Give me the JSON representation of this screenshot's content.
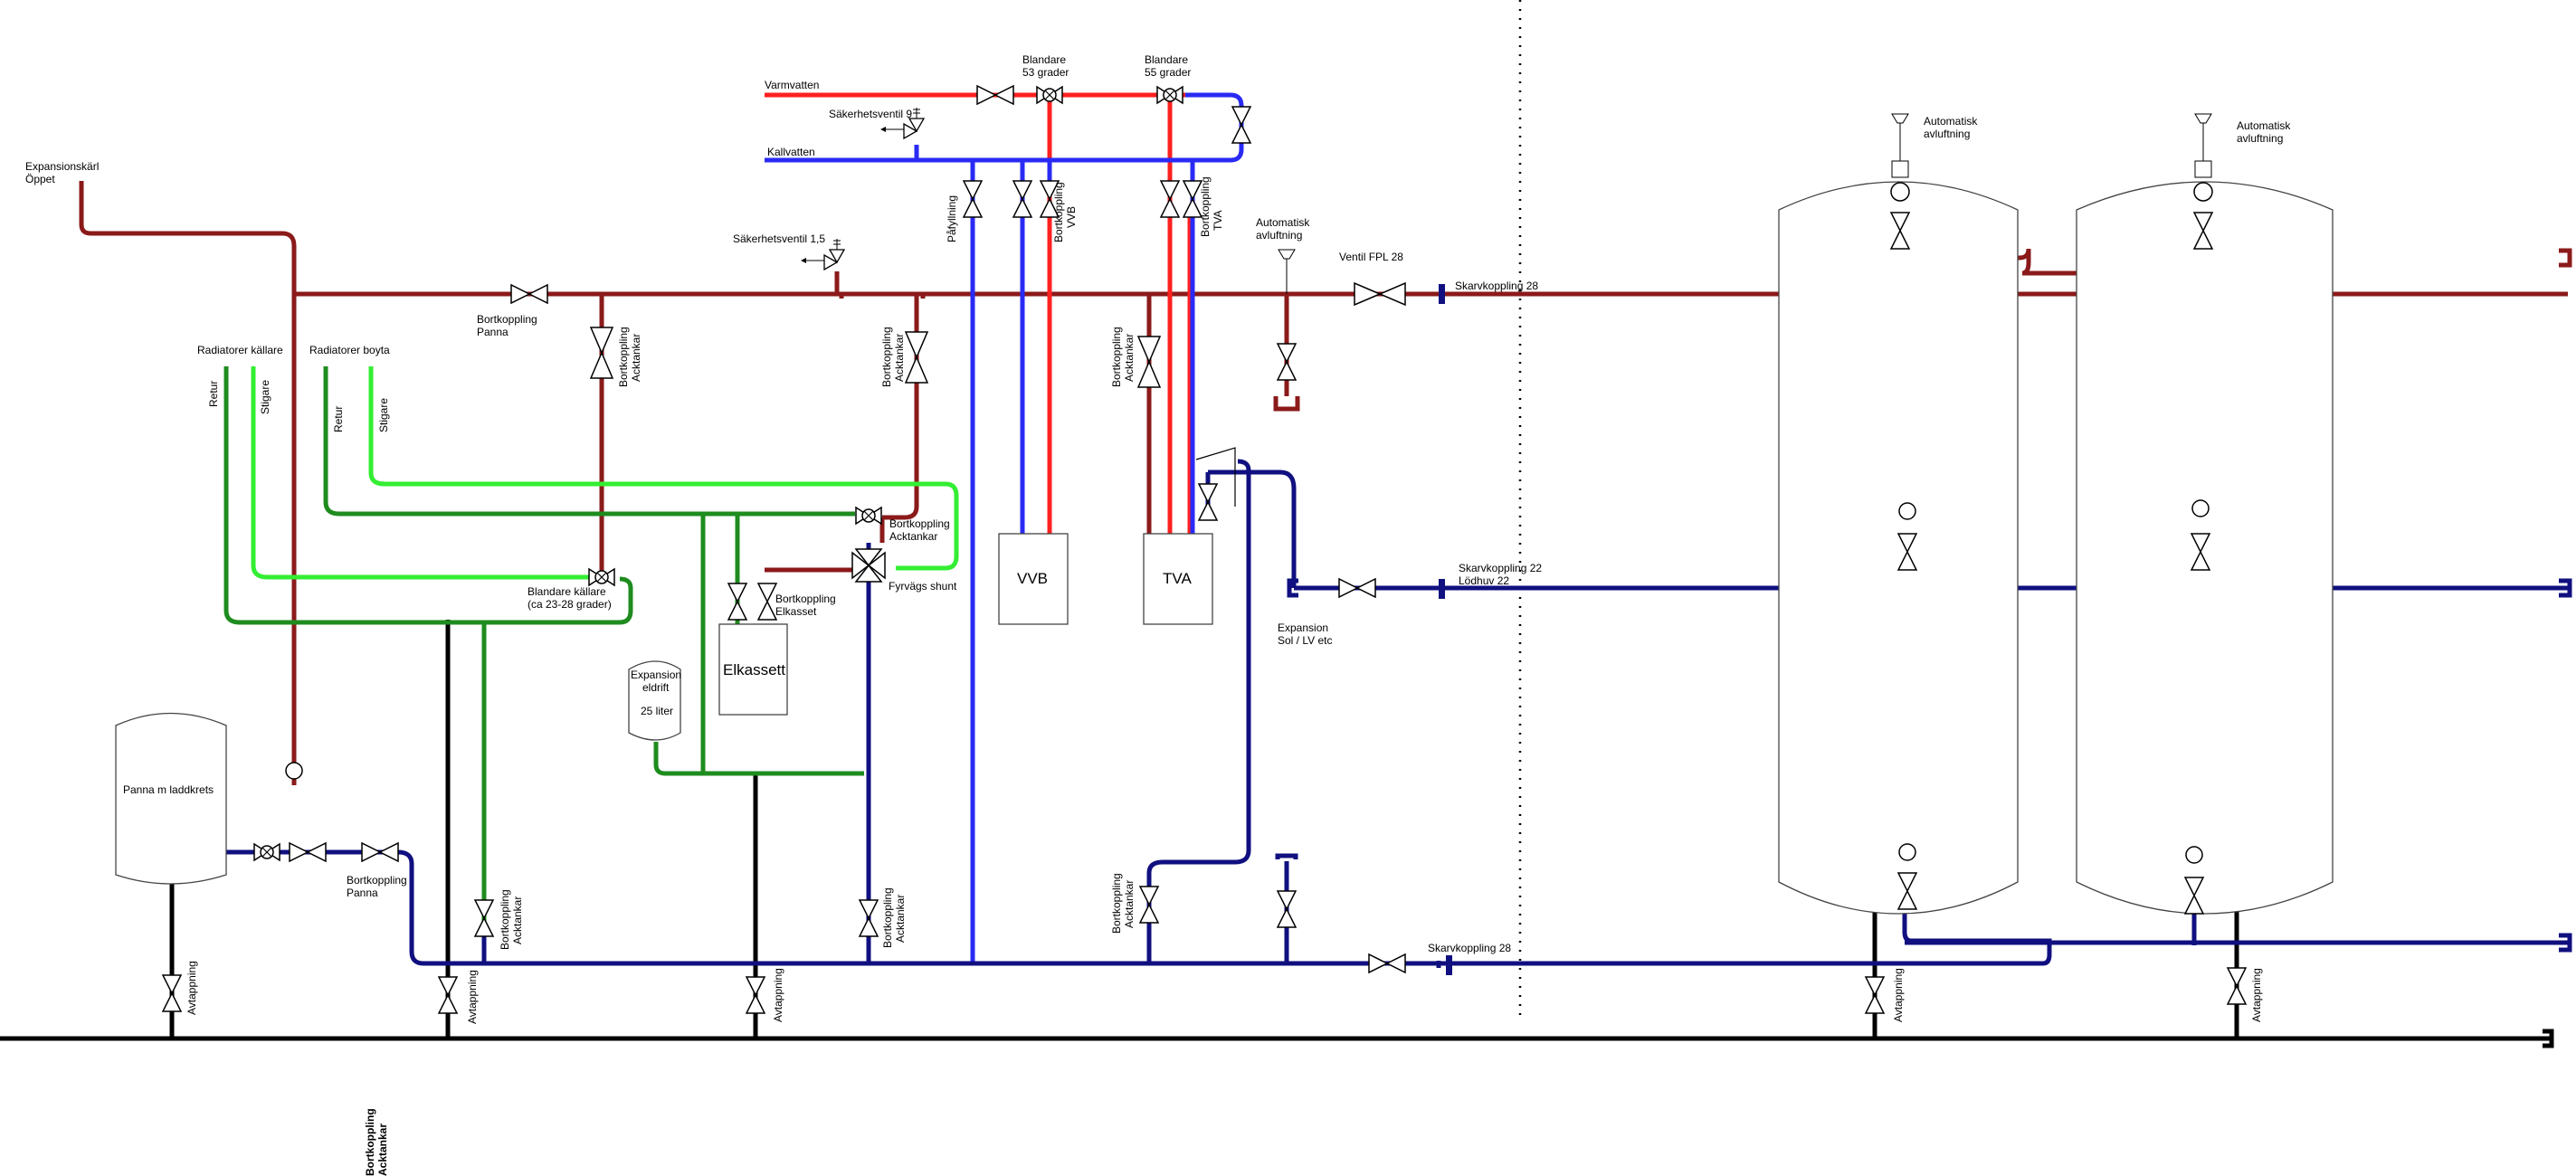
{
  "colors": {
    "return_red": "#8B1A1A",
    "hot_red": "#FF2020",
    "cold_blue": "#2A2AF5",
    "navy": "#101080",
    "green": "#1E8C1E",
    "light_green": "#33EE33",
    "black": "#000000"
  },
  "labels": {
    "expansionskarl_1": "Expansionskärl",
    "expansionskarl_2": "Öppet",
    "varmvatten": "Varmvatten",
    "kallvatten": "Kallvatten",
    "blandare53_1": "Blandare",
    "blandare53_2": "53 grader",
    "blandare55_1": "Blandare",
    "blandare55_2": "55 grader",
    "sakerhetsventil9": "Säkerhetsventil 9",
    "sakerhetsventil15": "Säkerhetsventil 1,5",
    "pafyllning": "Påfyllning",
    "bortkoppling": "Bortkoppling",
    "vvb": "VVB",
    "tva": "TVA",
    "ackankar": "Acktankar",
    "automatisk": "Automatisk",
    "avluftning": "avluftning",
    "ventil_fpl28": "Ventil FPL 28",
    "skarvkoppling28": "Skarvkoppling 28",
    "skarvkoppling22": "Skarvkoppling 22",
    "lodhuv22": "Lödhuv 22",
    "bortkoppling_panna_1": "Bortkoppling",
    "bortkoppling_panna_2": "Panna",
    "radiatorer_kallare": "Radiatorer källare",
    "radiatorer_boyta": "Radiatorer boyta",
    "retur": "Retur",
    "stigare": "Stigare",
    "blandare_kallare_1": "Blandare källare",
    "blandare_kallare_2": "(ca 23-28 grader)",
    "bortkoppling_acktankar_h1": "Bortkoppling",
    "bortkoppling_acktankar_h2": "Acktankar",
    "bortkoppling_elkasset_1": "Bortkoppling",
    "bortkoppling_elkasset_2": "Elkasset",
    "fyrvags_shunt": "Fyrvägs shunt",
    "elkassett": "Elkassett",
    "expansion_eldrift_1": "Expansion",
    "expansion_eldrift_2": "eldrift",
    "expansion_eldrift_3": "25 liter",
    "panna": "Panna m laddkrets",
    "expansion_sol_1": "Expansion",
    "expansion_sol_2": "Sol / LV etc",
    "avtappning": "Avtappning",
    "vvb_label": "VVB",
    "tva_label": "TVA"
  }
}
